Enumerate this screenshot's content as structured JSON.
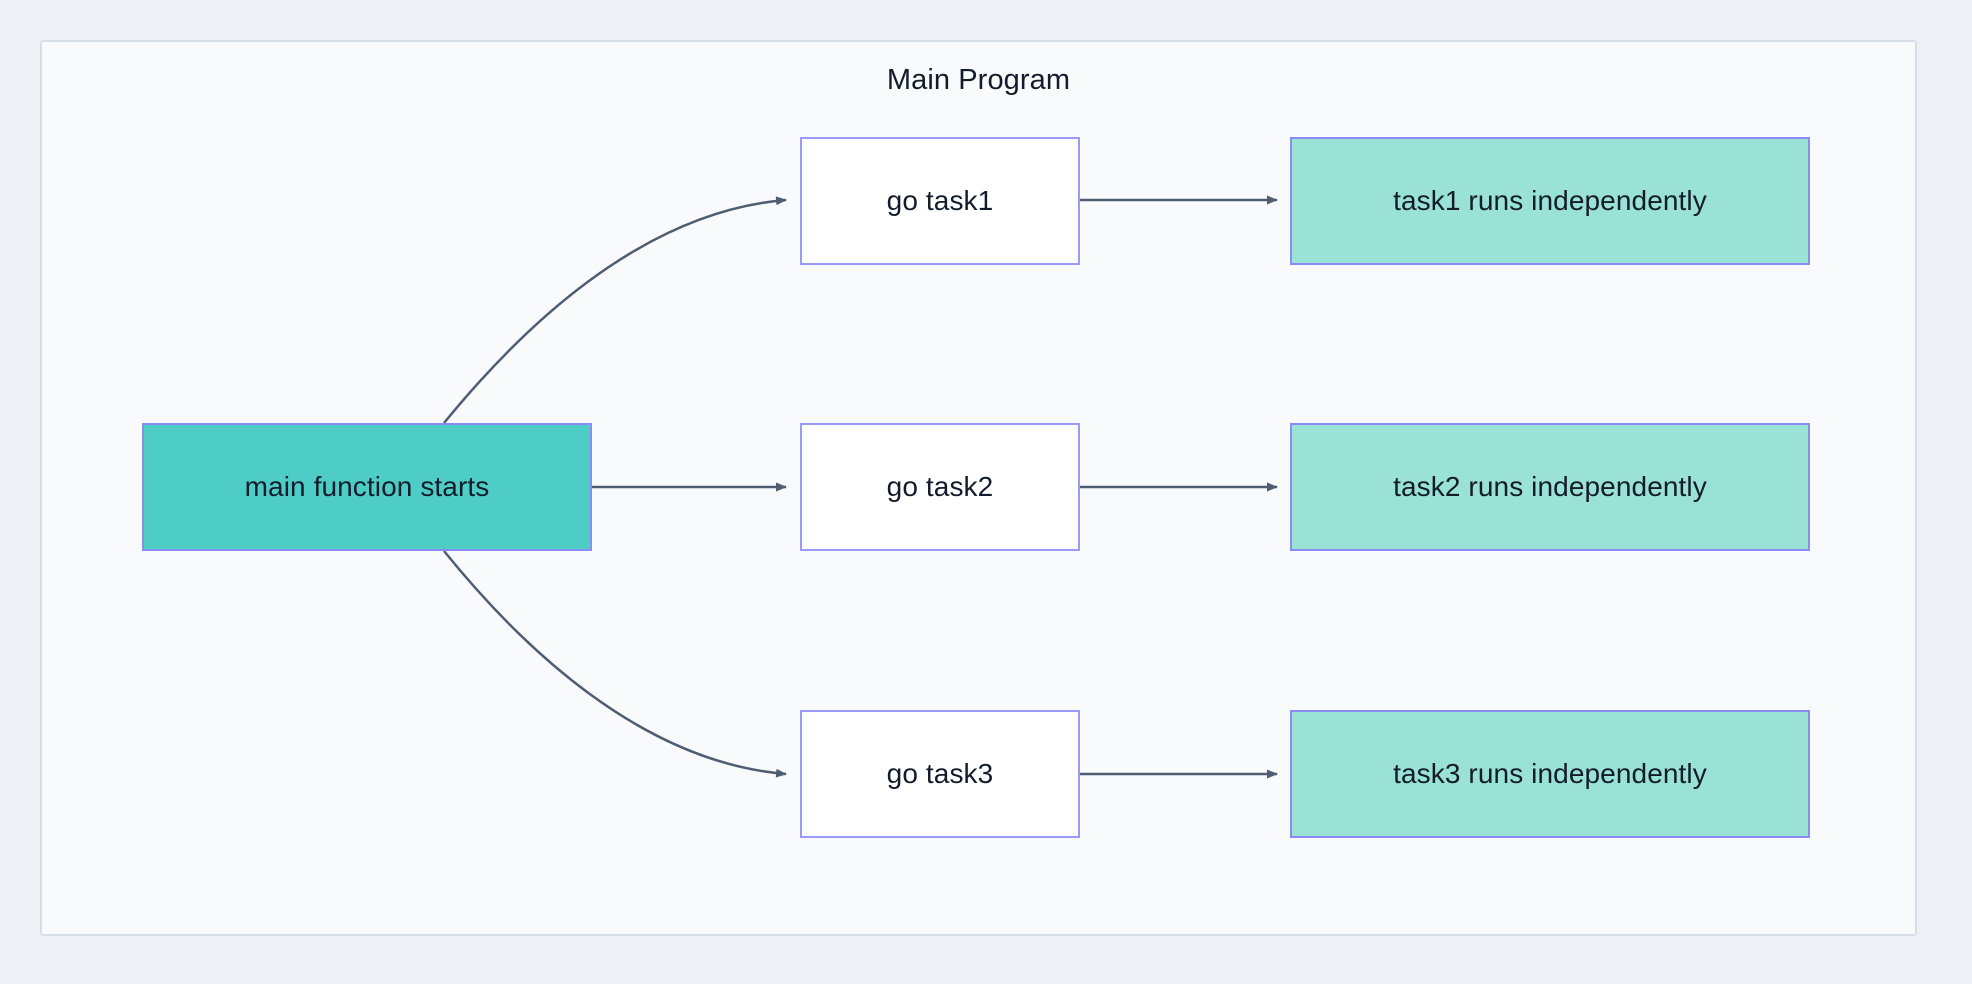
{
  "diagram": {
    "title": "Main Program",
    "background_color": "#eef1f6",
    "container_color": "#f8fafc",
    "container_border_color": "#d7dee8",
    "edge_color": "#4f5d73",
    "nodes": {
      "main": {
        "label": "main function starts",
        "fill": "#4ecdc7",
        "stroke": "#8b8bf5"
      },
      "go_task1": {
        "label": "go task1",
        "fill": "#ffffff",
        "stroke": "#9a9af8"
      },
      "go_task2": {
        "label": "go task2",
        "fill": "#ffffff",
        "stroke": "#9a9af8"
      },
      "go_task3": {
        "label": "go task3",
        "fill": "#ffffff",
        "stroke": "#9a9af8"
      },
      "task1_runs": {
        "label": "task1 runs independently",
        "fill": "#99e2d5",
        "stroke": "#8b8bf5"
      },
      "task2_runs": {
        "label": "task2 runs independently",
        "fill": "#99e2d5",
        "stroke": "#8b8bf5"
      },
      "task3_runs": {
        "label": "task3 runs independently",
        "fill": "#99e2d5",
        "stroke": "#8b8bf5"
      }
    },
    "edges": [
      {
        "from": "main",
        "to": "go_task1",
        "style": "curved",
        "label": ""
      },
      {
        "from": "main",
        "to": "go_task2",
        "style": "straight",
        "label": ""
      },
      {
        "from": "main",
        "to": "go_task3",
        "style": "curved",
        "label": ""
      },
      {
        "from": "go_task1",
        "to": "task1_runs",
        "style": "straight",
        "label": ""
      },
      {
        "from": "go_task2",
        "to": "task2_runs",
        "style": "straight",
        "label": ""
      },
      {
        "from": "go_task3",
        "to": "task3_runs",
        "style": "straight",
        "label": ""
      }
    ]
  }
}
